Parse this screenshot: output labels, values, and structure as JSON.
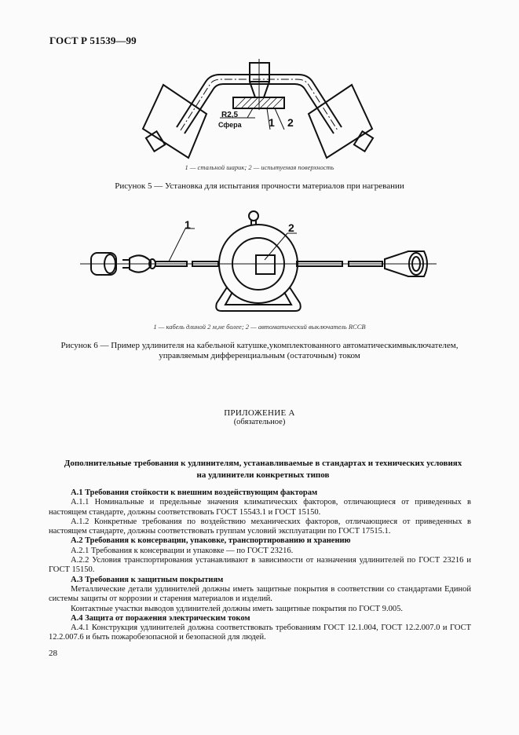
{
  "header": {
    "doc_code": "ГОСТ Р 51539—99"
  },
  "figure5": {
    "labels": {
      "r": "R2,5",
      "sphere": "Сфера",
      "n1": "1",
      "n2": "2"
    },
    "legend": "1 — стальной шарик; 2 — испытуемая поверхность",
    "caption": "Рисунок 5 — Установка для испытания прочности материалов при нагревании"
  },
  "figure6": {
    "labels": {
      "n1": "1",
      "n2": "2"
    },
    "legend": "1 — кабель длиной 2 м,не более; 2 — автоматический выключатель RCCB",
    "caption_line1": "Рисунок 6 — Пример удлинителя на кабельной катушке,укомплектованного автоматическимвыключателем,",
    "caption_line2": "управляемым дифференциальным (остаточным)  током"
  },
  "appendix": {
    "title": "ПРИЛОЖЕНИЕ А",
    "subtitle": "(обязательное)",
    "heading_line1": "Дополнительные требования к удлинителям, устанавливаемые в стандартах и технических условиях",
    "heading_line2": "на удлинители конкретных типов",
    "sections": [
      {
        "heading": "А.1  Требования стойкости к внешним воздействующим факторам",
        "paragraphs": [
          "А.1.1  Номинальные и предельные значения климатических факторов, отличающиеся от приведенных в настоящем стандарте, должны соответствовать ГОСТ 15543.1 и ГОСТ 15150.",
          "А.1.2  Конкретные требования по воздействию механических факторов, отличающиеся от приведенных в настоящем стандарте, должны соответствовать  группам условий эксплуатации по ГОСТ 17515.1."
        ]
      },
      {
        "heading": "А.2  Требования к консервации, упаковке, транспортированию и хранению",
        "paragraphs": [
          "А.2.1  Требования к консервации и упаковке — по ГОСТ 23216.",
          "А.2.2  Условия транспортирования устанавливают в зависимости от назначения удлинителей по ГОСТ 23216 и ГОСТ 15150."
        ]
      },
      {
        "heading": "А.3  Требования к защитным покрытиям",
        "paragraphs": [
          "Металлические детали удлинителей должны иметь защитные покрытия в соответствии со стандартами Единой системы защиты от коррозии и старения материалов и изделий.",
          "Контактные участки выводов удлинителей должны иметь защитные покрытия по ГОСТ 9.005."
        ]
      },
      {
        "heading": "А.4  Защита от поражения электрическим током",
        "paragraphs": [
          "А.4.1  Конструкция удлинителей должна соответствовать требованиям ГОСТ 12.1.004, ГОСТ 12.2.007.0 и ГОСТ 12.2.007.6 и быть пожаробезопасной и безопасной для людей."
        ]
      }
    ]
  },
  "footer": {
    "page_number": "28"
  }
}
